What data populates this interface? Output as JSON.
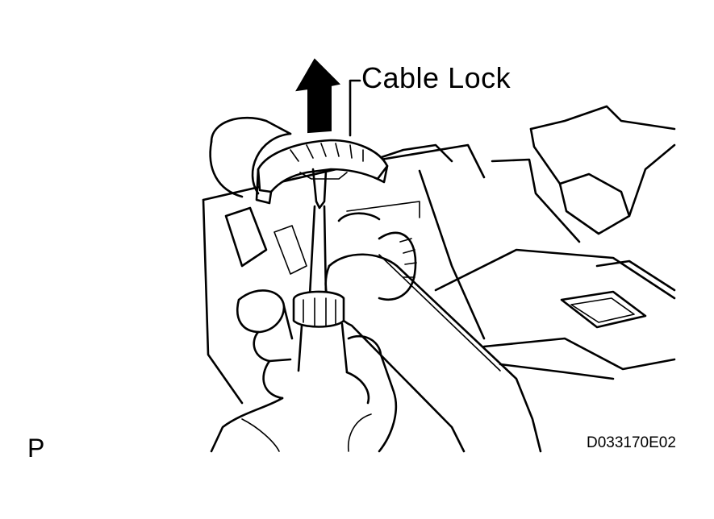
{
  "callout": {
    "label": "Cable Lock"
  },
  "view_letter": "P",
  "figure_code": "D033170E02"
}
